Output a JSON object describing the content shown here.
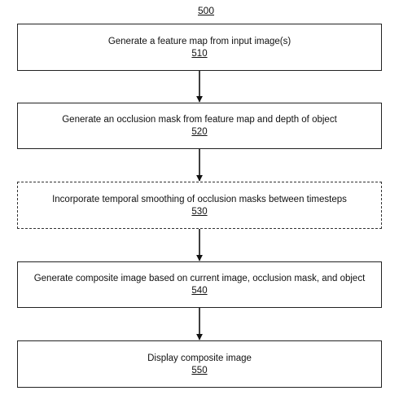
{
  "figure_number": "500",
  "steps": [
    {
      "text": "Generate a feature map from input image(s)",
      "ref": "510",
      "style": "solid"
    },
    {
      "text": "Generate an occlusion mask from feature map and depth of object",
      "ref": "520",
      "style": "solid"
    },
    {
      "text": "Incorporate temporal smoothing of occlusion masks between timesteps",
      "ref": "530",
      "style": "dashed"
    },
    {
      "text": "Generate composite image based on current image, occlusion mask, and object",
      "ref": "540",
      "style": "solid"
    },
    {
      "text": "Display composite image",
      "ref": "550",
      "style": "solid"
    }
  ]
}
